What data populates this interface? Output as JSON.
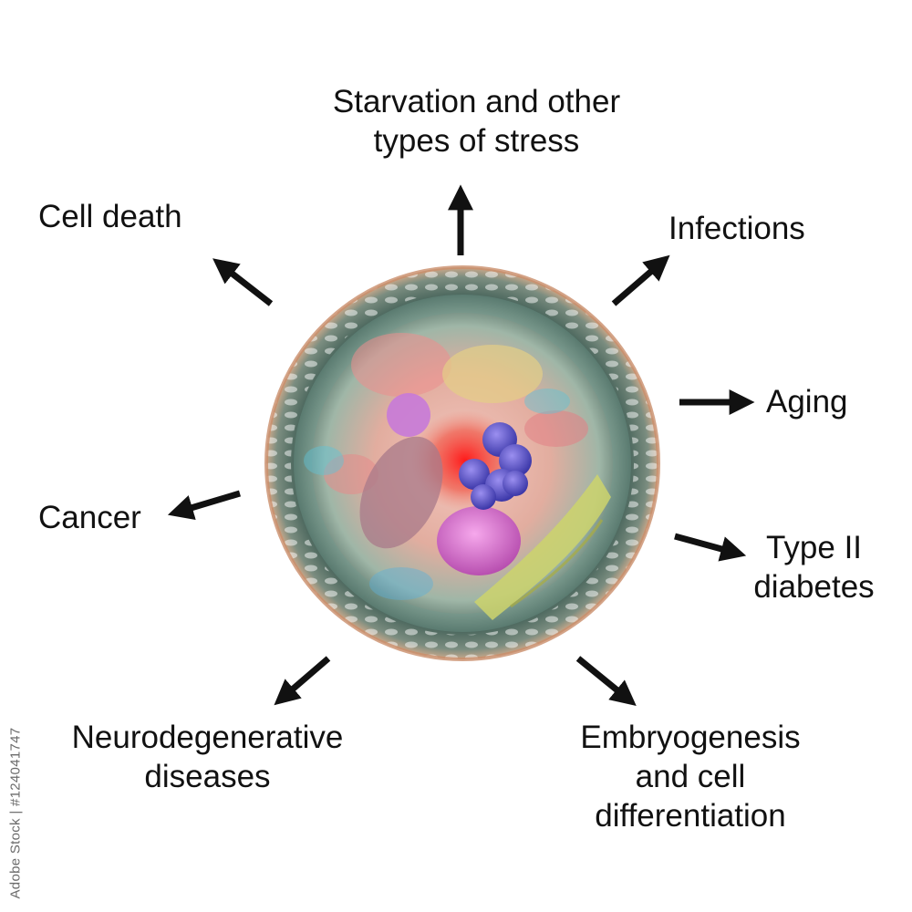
{
  "labels": {
    "starvation_line1": "Starvation and other",
    "starvation_line2": "types of stress",
    "cell_death": "Cell death",
    "infections": "Infections",
    "aging": "Aging",
    "cancer": "Cancer",
    "diabetes_line1": "Type II",
    "diabetes_line2": "diabetes",
    "neuro_line1": "Neurodegenerative",
    "neuro_line2": "diseases",
    "embryo_line1": "Embryogenesis",
    "embryo_line2": "and cell",
    "embryo_line3": "differentiation"
  },
  "watermark": "Adobe Stock | #124041747",
  "colors": {
    "arrow": "#111111",
    "cell_rim": "#3f5a52",
    "cell_inner": "#e6b3a3",
    "nucleus": "#d870c8",
    "vesicles": "#5d5bd0",
    "mitochondria": "#c8cf6a",
    "hotspot": "#ee2a2a"
  }
}
